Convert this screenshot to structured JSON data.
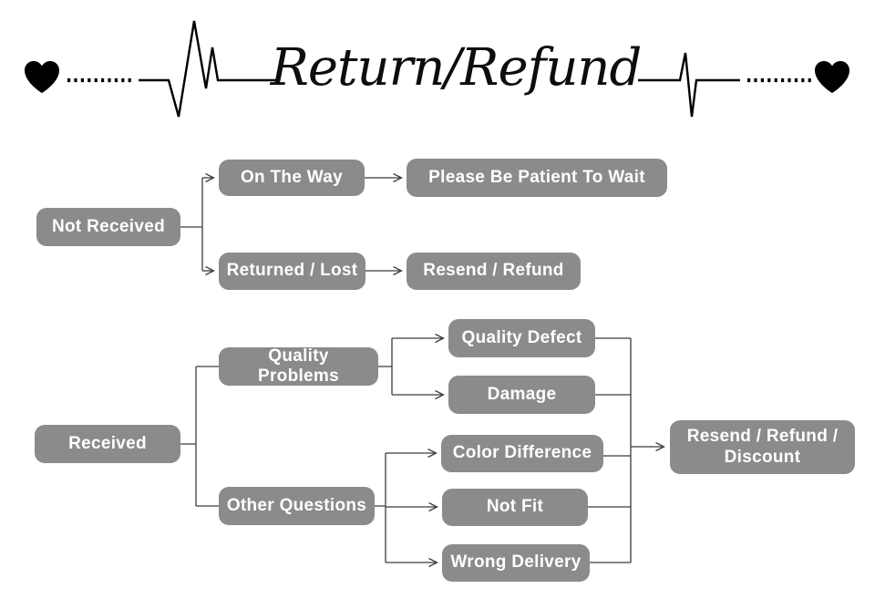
{
  "header": {
    "title": "Return/Refund",
    "left_heart_icon": "heart",
    "right_heart_icon": "heart",
    "decoration": "heartbeat-pulse-line",
    "color": "#000000"
  },
  "theme": {
    "background": "#ffffff",
    "box_fill": "#8b8b8b",
    "box_text": "#ffffff",
    "line_color": "#3c3c3c"
  },
  "flowchart": {
    "boxes": [
      {
        "id": "not-received",
        "label": "Not Received"
      },
      {
        "id": "on-the-way",
        "label": "On The Way"
      },
      {
        "id": "please-be-patient",
        "label": "Please Be Patient To Wait"
      },
      {
        "id": "returned-lost",
        "label": "Returned / Lost"
      },
      {
        "id": "resend-refund",
        "label": "Resend / Refund"
      },
      {
        "id": "received",
        "label": "Received"
      },
      {
        "id": "quality-problems",
        "label": "Quality Problems"
      },
      {
        "id": "quality-defect",
        "label": "Quality Defect"
      },
      {
        "id": "damage",
        "label": "Damage"
      },
      {
        "id": "other-questions",
        "label": "Other Questions"
      },
      {
        "id": "color-difference",
        "label": "Color Difference"
      },
      {
        "id": "not-fit",
        "label": "Not Fit"
      },
      {
        "id": "wrong-delivery",
        "label": "Wrong Delivery"
      },
      {
        "id": "resend-refund-discount",
        "label": "Resend / Refund / Discount"
      }
    ],
    "edges": [
      {
        "from": "Not Received",
        "to": "On The Way"
      },
      {
        "from": "Not Received",
        "to": "Returned / Lost"
      },
      {
        "from": "On The Way",
        "to": "Please Be Patient To Wait"
      },
      {
        "from": "Returned / Lost",
        "to": "Resend / Refund"
      },
      {
        "from": "Received",
        "to": "Quality Problems"
      },
      {
        "from": "Received",
        "to": "Other Questions"
      },
      {
        "from": "Quality Problems",
        "to": "Quality Defect"
      },
      {
        "from": "Quality Problems",
        "to": "Damage"
      },
      {
        "from": "Other Questions",
        "to": "Color Difference"
      },
      {
        "from": "Other Questions",
        "to": "Not Fit"
      },
      {
        "from": "Other Questions",
        "to": "Wrong Delivery"
      },
      {
        "from": "Quality Defect",
        "to": "Resend / Refund / Discount"
      },
      {
        "from": "Damage",
        "to": "Resend / Refund / Discount"
      },
      {
        "from": "Color Difference",
        "to": "Resend / Refund / Discount"
      },
      {
        "from": "Not Fit",
        "to": "Resend / Refund / Discount"
      },
      {
        "from": "Wrong Delivery",
        "to": "Resend / Refund / Discount"
      }
    ]
  }
}
